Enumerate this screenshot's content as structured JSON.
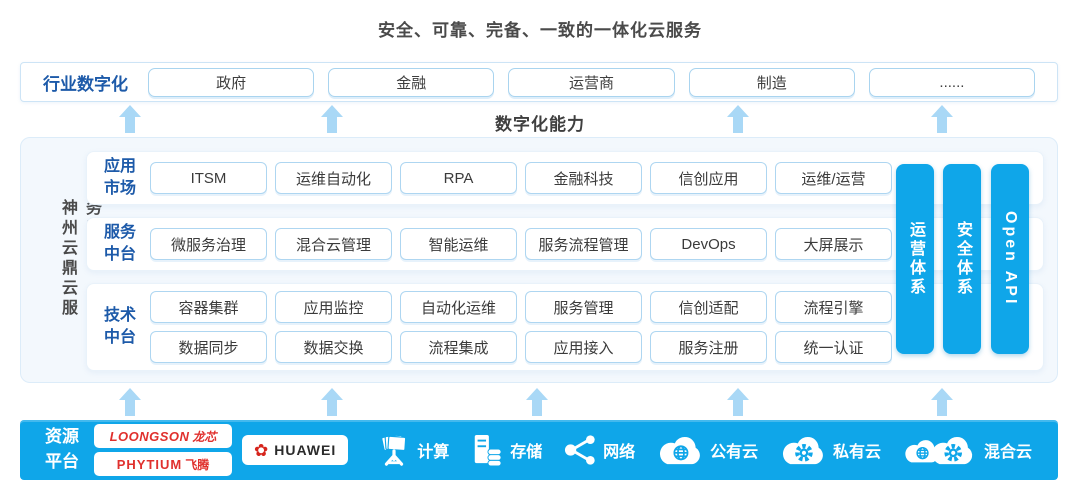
{
  "title": "安全、可靠、完备、一致的一体化云服务",
  "capability_label": "数字化能力",
  "industry": {
    "label": "行业数字化",
    "items": [
      "政府",
      "金融",
      "运营商",
      "制造",
      "......"
    ]
  },
  "platform": {
    "side_title": "神州云鼎云服务平台",
    "sections": [
      {
        "label": "应用市场",
        "rows": [
          [
            "ITSM",
            "运维自动化",
            "RPA",
            "金融科技",
            "信创应用",
            "运维/运营"
          ]
        ]
      },
      {
        "label": "服务中台",
        "rows": [
          [
            "微服务治理",
            "混合云管理",
            "智能运维",
            "服务流程管理",
            "DevOps",
            "大屏展示"
          ]
        ]
      },
      {
        "label": "技术中台",
        "rows": [
          [
            "容器集群",
            "应用监控",
            "自动化运维",
            "服务管理",
            "信创适配",
            "流程引擎"
          ],
          [
            "数据同步",
            "数据交换",
            "流程集成",
            "应用接入",
            "服务注册",
            "统一认证"
          ]
        ]
      }
    ],
    "pillars": [
      "运营体系",
      "安全体系",
      "Open API"
    ]
  },
  "resources": {
    "label": "资源平台",
    "vendors": {
      "loongson_en": "LOONGSON",
      "loongson_cn": "龙芯",
      "phytium_en": "PHYTIUM",
      "phytium_cn": "飞腾",
      "huawei": "HUAWEI"
    },
    "items": [
      {
        "icon": "compute-icon",
        "label": "计算"
      },
      {
        "icon": "storage-icon",
        "label": "存储"
      },
      {
        "icon": "network-icon",
        "label": "网络"
      },
      {
        "icon": "public-cloud-icon",
        "label": "公有云"
      },
      {
        "icon": "private-cloud-icon",
        "label": "私有云"
      },
      {
        "icon": "hybrid-cloud-icon",
        "label": "混合云"
      }
    ]
  },
  "colors": {
    "accent_blue": "#0FA6E9",
    "arrow_blue": "#A9D8F6",
    "deep_blue_text": "#1D5AA9",
    "loongson_red": "#E0302D",
    "huawei_red": "#D6251D",
    "dark_text": "#3E3E3E"
  }
}
